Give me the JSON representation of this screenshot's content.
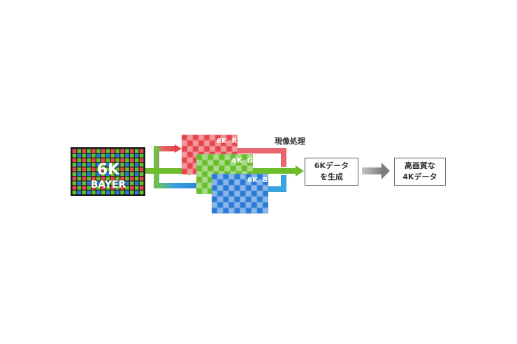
{
  "bayer": {
    "line1": "6K",
    "line2": "BAYER"
  },
  "planes": [
    {
      "key": "r",
      "label": "6K  R",
      "color": "#e6454d"
    },
    {
      "key": "g",
      "label": "6K  G",
      "color": "#67bd2a"
    },
    {
      "key": "b",
      "label": "6K  B",
      "color": "#2b7bd6"
    }
  ],
  "processing_label": "現像処理",
  "generate_box": {
    "line1": "6Kデータ",
    "line2": "を生成"
  },
  "output_box": {
    "line1": "高画質な",
    "line2": "4Kデータ"
  },
  "colors": {
    "red": "#e6454d",
    "green": "#67bd2a",
    "blue": "#2b7bd6",
    "bayer_border": "#1a1a1a",
    "gray_arrow": "#8a8a8a"
  }
}
